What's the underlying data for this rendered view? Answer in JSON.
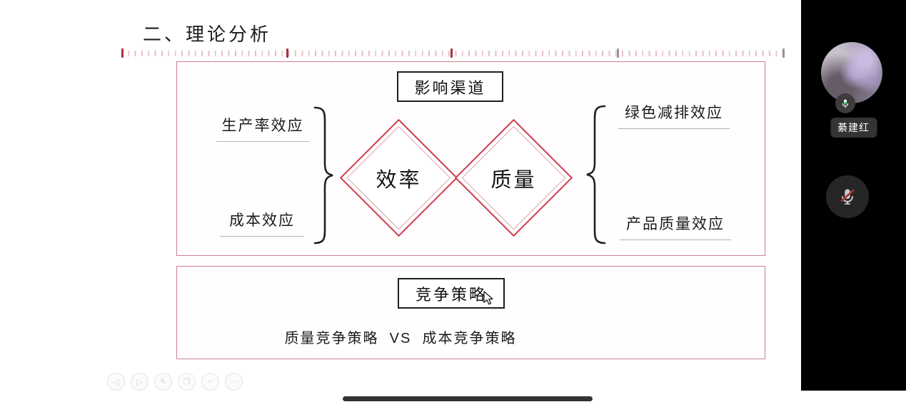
{
  "slide": {
    "title": "二、理论分析",
    "channel_box_label": "影响渠道",
    "left_effects": [
      "生产率效应",
      "成本效应"
    ],
    "diamonds": [
      "效率",
      "质量"
    ],
    "right_effects": [
      "绿色减排效应",
      "产品质量效应"
    ],
    "strategy_box_label": "竞争策略",
    "strategy_comparison": "质量竞争策略  VS  成本竞争策略"
  },
  "participants": {
    "speaker_name": "綦建红",
    "speaker_mic_status": "unmuted",
    "second_tile_mic_status": "muted"
  },
  "toolbar": {
    "items": [
      {
        "name": "previous-slide",
        "glyph": "◁"
      },
      {
        "name": "next-slide",
        "glyph": "▷"
      },
      {
        "name": "annotate-pen",
        "glyph": "✎"
      },
      {
        "name": "slides-view",
        "glyph": "❐"
      },
      {
        "name": "magnifier",
        "glyph": "⌕"
      },
      {
        "name": "more",
        "glyph": "⋯"
      }
    ]
  },
  "colors": {
    "panel_border": "#c9828d",
    "diamond_border": "#cf3e4f",
    "tick_red": "#a93340",
    "tick_gray": "#979797",
    "mic_active_green": "#3ec56a",
    "mute_slash_red": "#b03434",
    "strip_background": "#000000"
  }
}
